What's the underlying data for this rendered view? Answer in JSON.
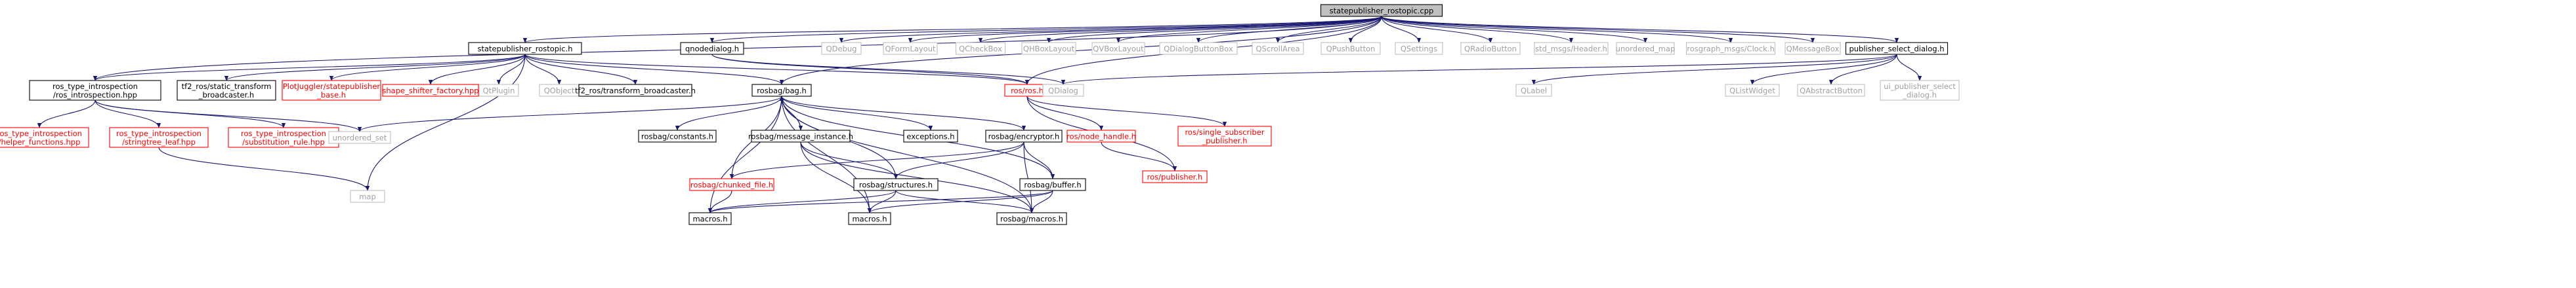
{
  "colors": {
    "edge": "#191970",
    "text_normal": "#000000",
    "text_missing": "#a0a0a0",
    "text_linked_red": "#ff0000",
    "border_normal": "#000000",
    "border_missing": "#bfbfbf",
    "border_red": "#ff0000",
    "fill_root": "#bfbfbf",
    "fill_normal": "#ffffff"
  },
  "nodes": {
    "root": [
      "statepublisher_rostopic.cpp"
    ],
    "sp_h": [
      "statepublisher_rostopic.h"
    ],
    "qnode": [
      "qnodedialog.h"
    ],
    "qdebug": [
      "QDebug"
    ],
    "qformlayout": [
      "QFormLayout"
    ],
    "qcheckbox": [
      "QCheckBox"
    ],
    "qhbox": [
      "QHBoxLayout"
    ],
    "qvbox": [
      "QVBoxLayout"
    ],
    "qdialogbb": [
      "QDialogButtonBox"
    ],
    "qscroll": [
      "QScrollArea"
    ],
    "qpush": [
      "QPushButton"
    ],
    "qsettings": [
      "QSettings"
    ],
    "qradio": [
      "QRadioButton"
    ],
    "stdhdr": [
      "std_msgs/Header.h"
    ],
    "umap": [
      "unordered_map"
    ],
    "clock": [
      "rosgraph_msgs/Clock.h"
    ],
    "qmsgbox": [
      "QMessageBox"
    ],
    "psd": [
      "publisher_select_dialog.h"
    ],
    "rti": [
      "ros_type_introspection",
      "/ros_introspection.hpp"
    ],
    "tf2static": [
      "tf2_ros/static_transform",
      "_broadcaster.h"
    ],
    "pjbase": [
      "PlotJuggler/statepublisher",
      "_base.h"
    ],
    "shape": [
      "shape_shifter_factory.hpp"
    ],
    "qtplugin": [
      "QtPlugin"
    ],
    "qobject": [
      "QObject"
    ],
    "tf2tb": [
      "tf2_ros/transform_broadcaster.h"
    ],
    "bag": [
      "rosbag/bag.h"
    ],
    "rosros": [
      "ros/ros.h"
    ],
    "qdialog": [
      "QDialog"
    ],
    "qlabel": [
      "QLabel"
    ],
    "qlist": [
      "QListWidget"
    ],
    "qabs": [
      "QAbstractButton"
    ],
    "uipsd": [
      "ui_publisher_select",
      "_dialog.h"
    ],
    "helper": [
      "ros_type_introspection",
      "/helper_functions.hpp"
    ],
    "strtree": [
      "ros_type_introspection",
      "/stringtree_leaf.hpp"
    ],
    "subst": [
      "ros_type_introspection",
      "/substitution_rule.hpp"
    ],
    "uset": [
      "unordered_set"
    ],
    "consts": [
      "rosbag/constants.h"
    ],
    "msginst": [
      "rosbag/message_instance.h"
    ],
    "exc": [
      "exceptions.h"
    ],
    "enc": [
      "rosbag/encryptor.h"
    ],
    "nodehandle": [
      "ros/node_handle.h"
    ],
    "singlesub": [
      "ros/single_subscriber",
      "_publisher.h"
    ],
    "publisher": [
      "ros/publisher.h"
    ],
    "map": [
      "map"
    ],
    "chunked": [
      "rosbag/chunked_file.h"
    ],
    "structs": [
      "rosbag/structures.h"
    ],
    "buffer": [
      "rosbag/buffer.h"
    ],
    "macros1": [
      "macros.h"
    ],
    "macros2": [
      "macros.h"
    ],
    "bagmacros": [
      "rosbag/macros.h"
    ]
  }
}
